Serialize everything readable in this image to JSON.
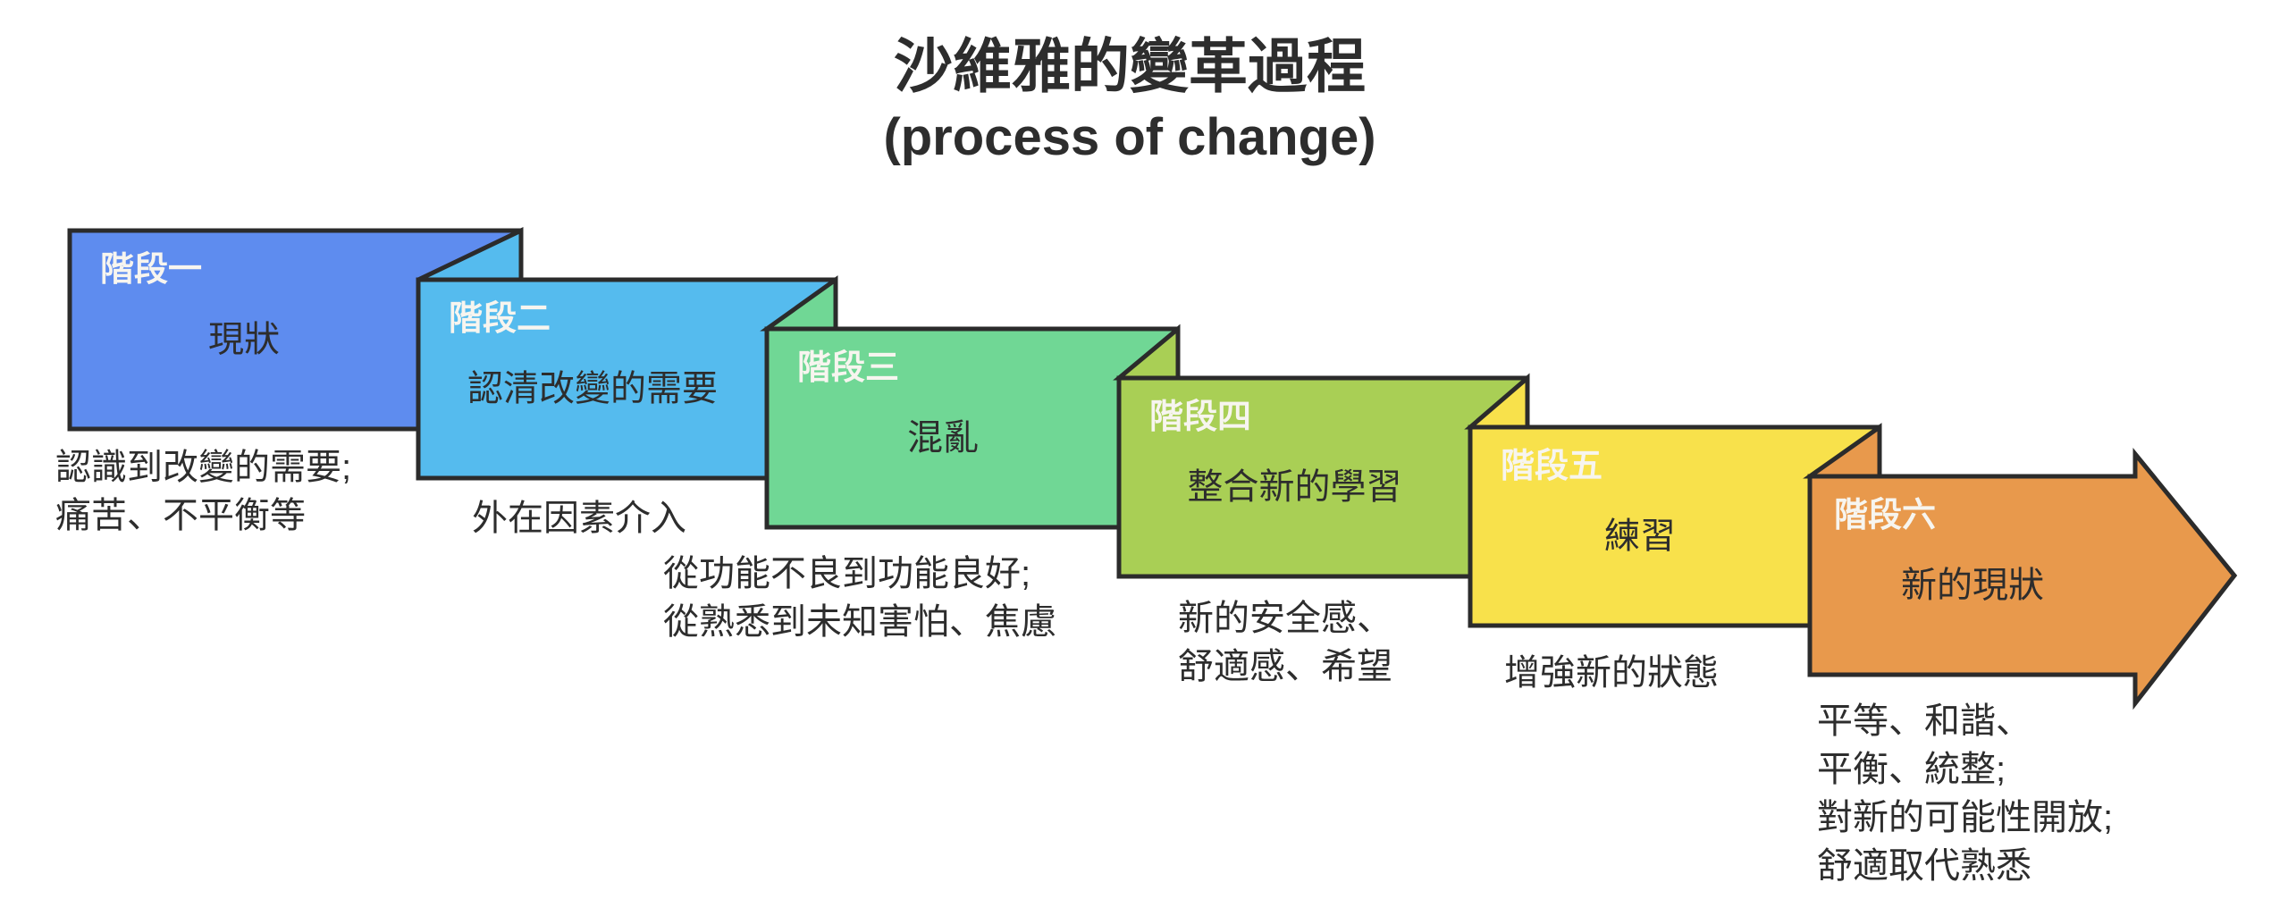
{
  "title": {
    "line1": "沙維雅的變革過程",
    "line2": "(process of change)"
  },
  "stages": [
    {
      "label": "階段一",
      "title": "現狀",
      "desc": [
        "認識到改變的需要;",
        "痛苦、不平衡等"
      ],
      "color": "#5e8cef"
    },
    {
      "label": "階段二",
      "title": "認清改變的需要",
      "desc": [
        "外在因素介入"
      ],
      "color": "#55bbee"
    },
    {
      "label": "階段三",
      "title": "混亂",
      "desc": [
        "從功能不良到功能良好;",
        "從熟悉到未知害怕、焦慮"
      ],
      "color": "#70d795"
    },
    {
      "label": "階段四",
      "title": "整合新的學習",
      "desc": [
        "新的安全感、",
        "舒適感、希望"
      ],
      "color": "#a9cf55"
    },
    {
      "label": "階段五",
      "title": "練習",
      "desc": [
        "增強新的狀態"
      ],
      "color": "#f8e14b"
    },
    {
      "label": "階段六",
      "title": "新的現狀",
      "desc": [
        "平等、和諧、",
        "平衡、統整;",
        "對新的可能性開放;",
        "舒適取代熟悉"
      ],
      "color": "#e8994c"
    }
  ],
  "colors": {
    "outline": "#2b2b2b",
    "text": "#2d2d2d",
    "label": "#f7f5ef",
    "bg": "#ffffff"
  }
}
